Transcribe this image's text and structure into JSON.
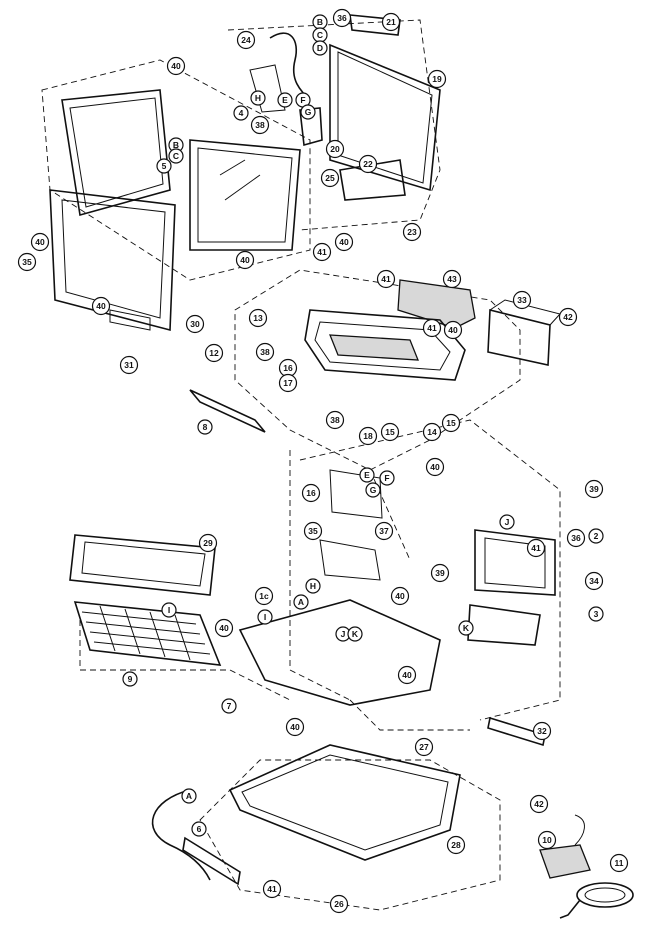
{
  "callouts": [
    {
      "label": "24"
    },
    {
      "label": "B"
    },
    {
      "label": "C"
    },
    {
      "label": "D"
    },
    {
      "label": "36"
    },
    {
      "label": "21"
    },
    {
      "label": "19"
    },
    {
      "label": "H"
    },
    {
      "label": "E"
    },
    {
      "label": "F"
    },
    {
      "label": "G"
    },
    {
      "label": "40"
    },
    {
      "label": "4"
    },
    {
      "label": "B"
    },
    {
      "label": "C"
    },
    {
      "label": "38"
    },
    {
      "label": "20"
    },
    {
      "label": "5"
    },
    {
      "label": "22"
    },
    {
      "label": "25"
    },
    {
      "label": "23"
    },
    {
      "label": "40"
    },
    {
      "label": "40"
    },
    {
      "label": "35"
    },
    {
      "label": "40"
    },
    {
      "label": "40"
    },
    {
      "label": "41"
    },
    {
      "label": "41"
    },
    {
      "label": "43"
    },
    {
      "label": "33"
    },
    {
      "label": "42"
    },
    {
      "label": "40"
    },
    {
      "label": "30"
    },
    {
      "label": "31"
    },
    {
      "label": "13"
    },
    {
      "label": "41"
    },
    {
      "label": "38"
    },
    {
      "label": "12"
    },
    {
      "label": "16"
    },
    {
      "label": "17"
    },
    {
      "label": "8"
    },
    {
      "label": "38"
    },
    {
      "label": "18"
    },
    {
      "label": "15"
    },
    {
      "label": "14"
    },
    {
      "label": "15"
    },
    {
      "label": "40"
    },
    {
      "label": "16"
    },
    {
      "label": "E"
    },
    {
      "label": "F"
    },
    {
      "label": "G"
    },
    {
      "label": "39"
    },
    {
      "label": "2"
    },
    {
      "label": "37"
    },
    {
      "label": "J"
    },
    {
      "label": "41"
    },
    {
      "label": "36"
    },
    {
      "label": "35"
    },
    {
      "label": "29"
    },
    {
      "label": "39"
    },
    {
      "label": "34"
    },
    {
      "label": "I"
    },
    {
      "label": "40"
    },
    {
      "label": "A"
    },
    {
      "label": "H"
    },
    {
      "label": "40"
    },
    {
      "label": "1c"
    },
    {
      "label": "I"
    },
    {
      "label": "K"
    },
    {
      "label": "3"
    },
    {
      "label": "J"
    },
    {
      "label": "K"
    },
    {
      "label": "9"
    },
    {
      "label": "40"
    },
    {
      "label": "7"
    },
    {
      "label": "40"
    },
    {
      "label": "32"
    },
    {
      "label": "27"
    },
    {
      "label": "A"
    },
    {
      "label": "42"
    },
    {
      "label": "6"
    },
    {
      "label": "28"
    },
    {
      "label": "10"
    },
    {
      "label": "11"
    },
    {
      "label": "41"
    },
    {
      "label": "26"
    }
  ]
}
